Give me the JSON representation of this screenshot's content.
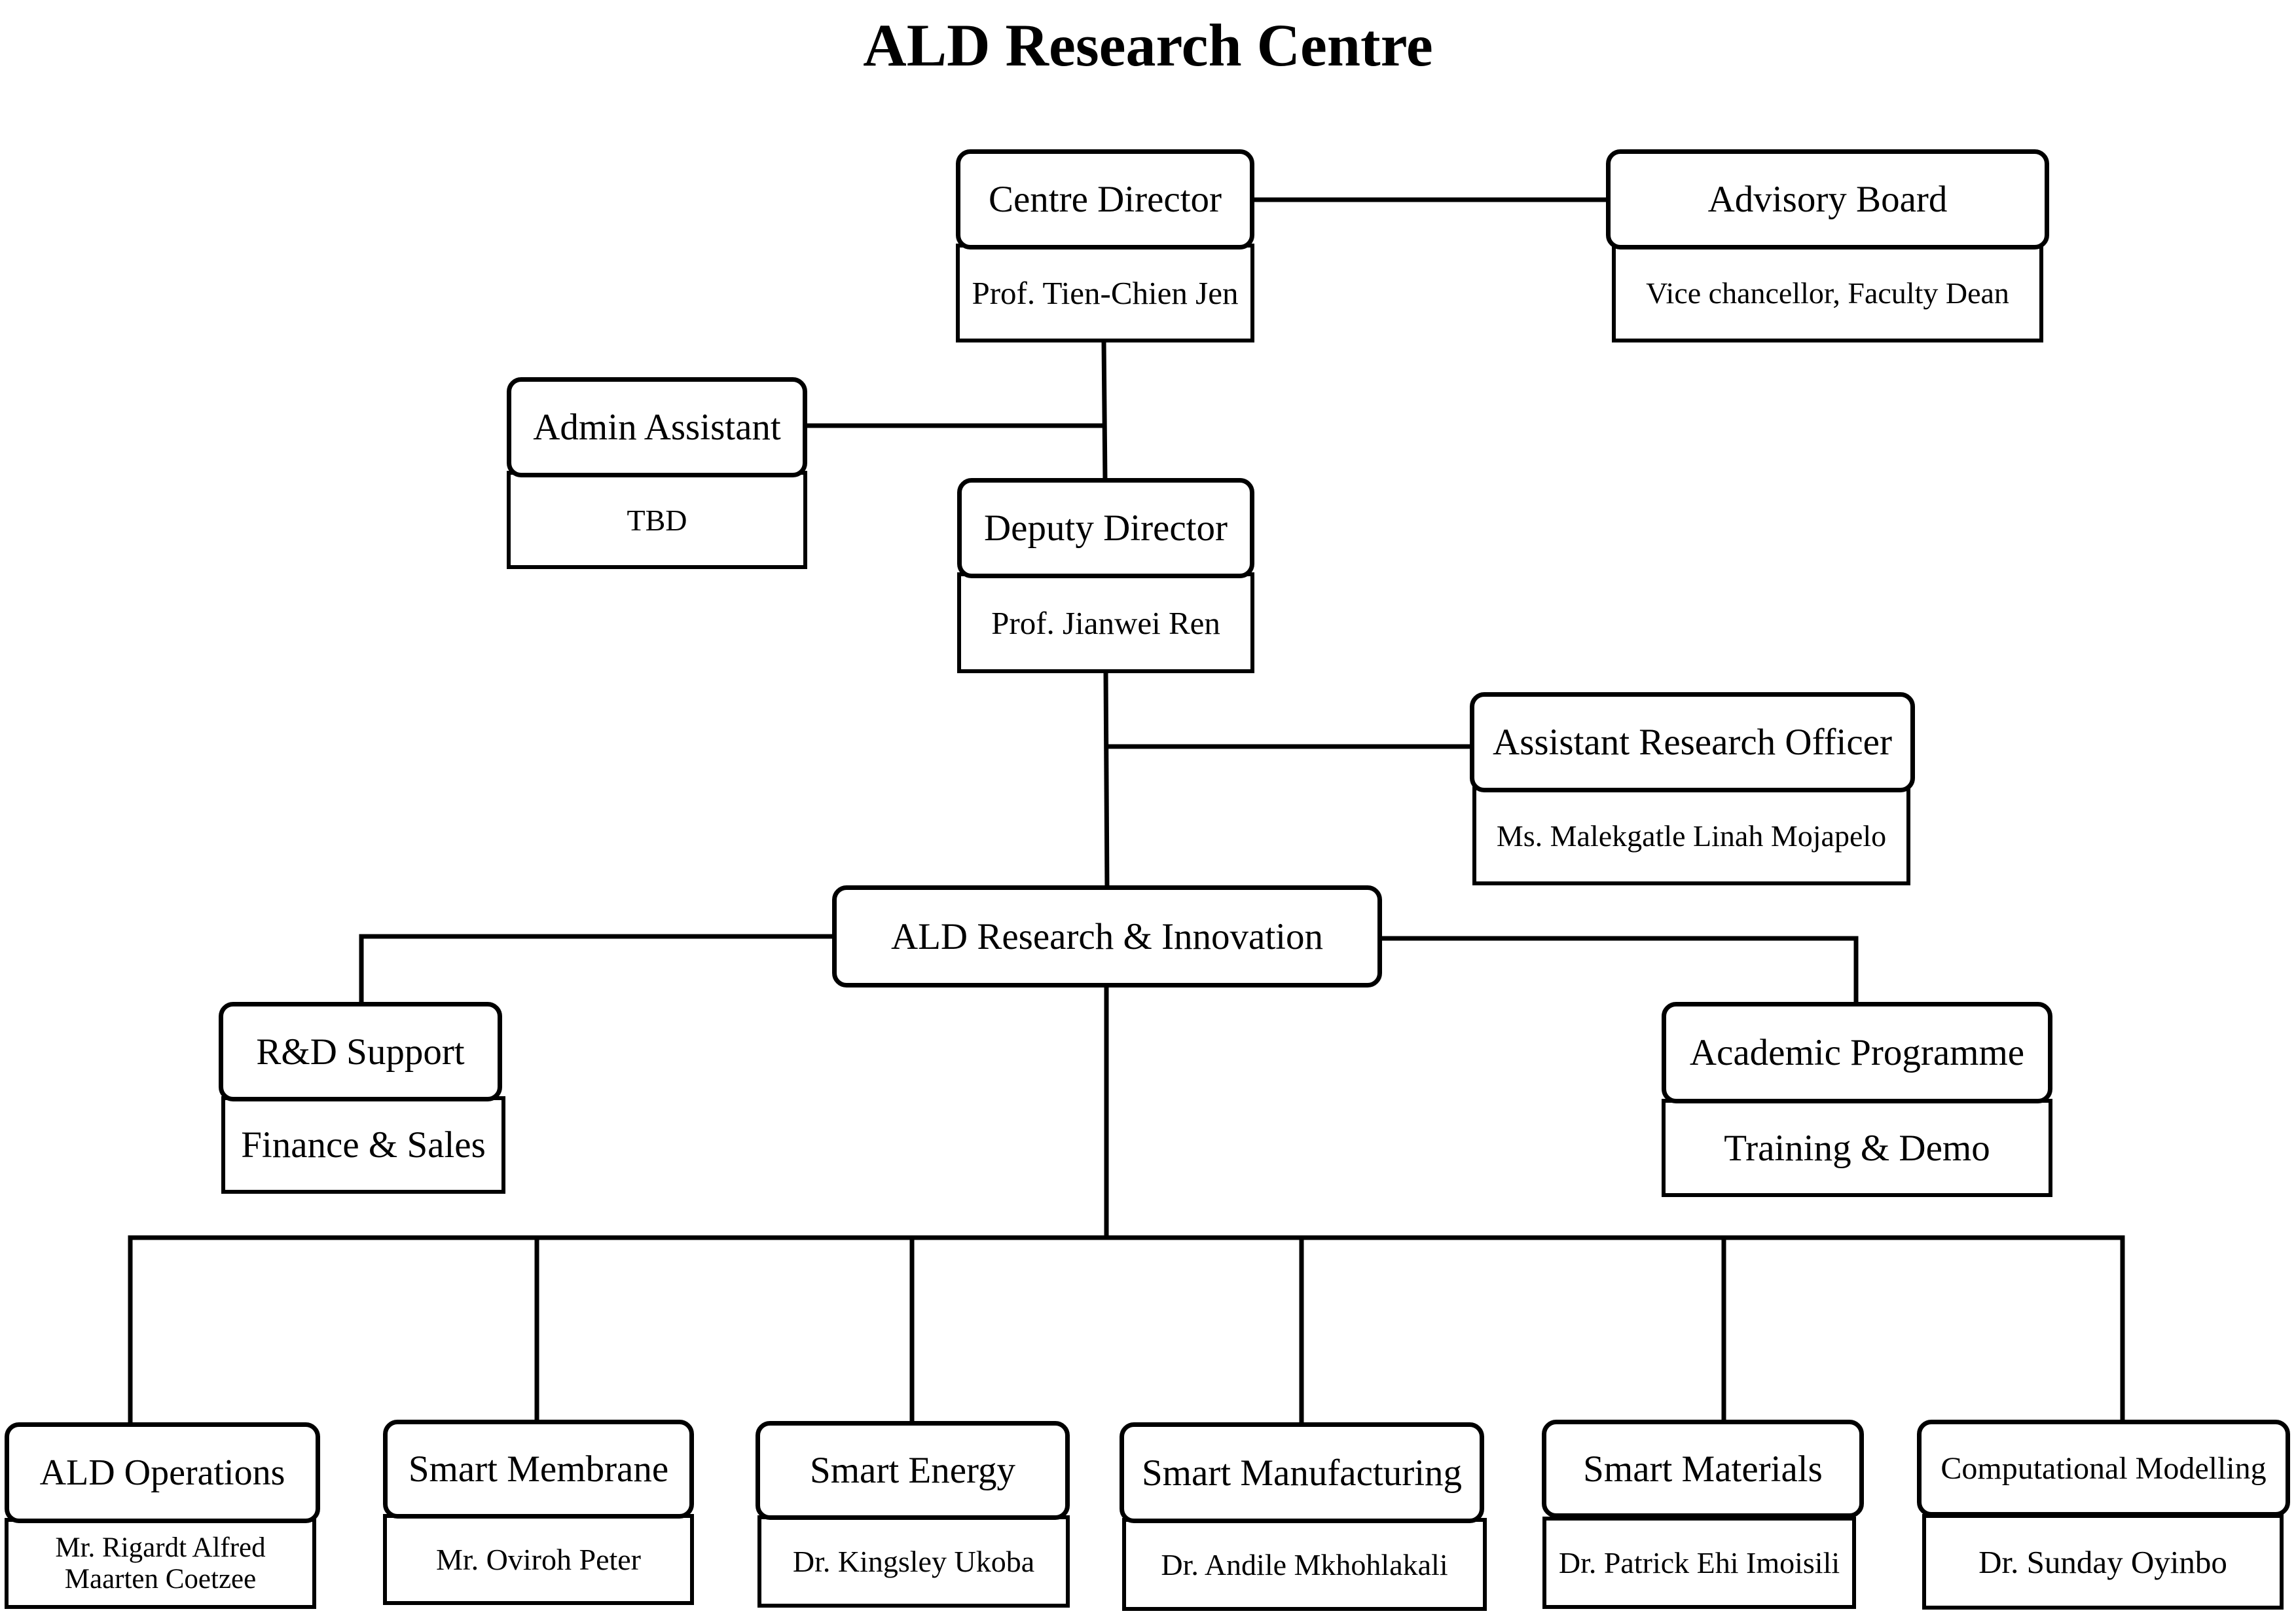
{
  "title": "ALD Research Centre",
  "nodes": {
    "centre_director": {
      "role": "Centre Director",
      "person": "Prof. Tien-Chien Jen"
    },
    "advisory_board": {
      "role": "Advisory Board",
      "person": "Vice chancellor, Faculty Dean"
    },
    "admin_assistant": {
      "role": "Admin Assistant",
      "person": "TBD"
    },
    "deputy_director": {
      "role": "Deputy Director",
      "person": "Prof. Jianwei Ren"
    },
    "assistant_research_officer": {
      "role": "Assistant Research Officer",
      "person": "Ms. Malekgatle Linah Mojapelo"
    },
    "ald_research_innovation": {
      "role": "ALD Research & Innovation"
    },
    "rd_support": {
      "role": "R&D Support",
      "person": "Finance & Sales"
    },
    "academic_programme": {
      "role": "Academic Programme",
      "person": "Training & Demo"
    },
    "ald_operations": {
      "role": "ALD Operations",
      "person": "Mr. Rigardt Alfred Maarten Coetzee"
    },
    "smart_membrane": {
      "role": "Smart Membrane",
      "person": "Mr. Oviroh Peter"
    },
    "smart_energy": {
      "role": "Smart Energy",
      "person": "Dr. Kingsley Ukoba"
    },
    "smart_manufacturing": {
      "role": "Smart Manufacturing",
      "person": "Dr. Andile Mkhohlakali"
    },
    "smart_materials": {
      "role": "Smart Materials",
      "person": "Dr. Patrick Ehi Imoisili"
    },
    "computational_modelling": {
      "role": "Computational Modelling",
      "person": "Dr. Sunday Oyinbo"
    }
  }
}
